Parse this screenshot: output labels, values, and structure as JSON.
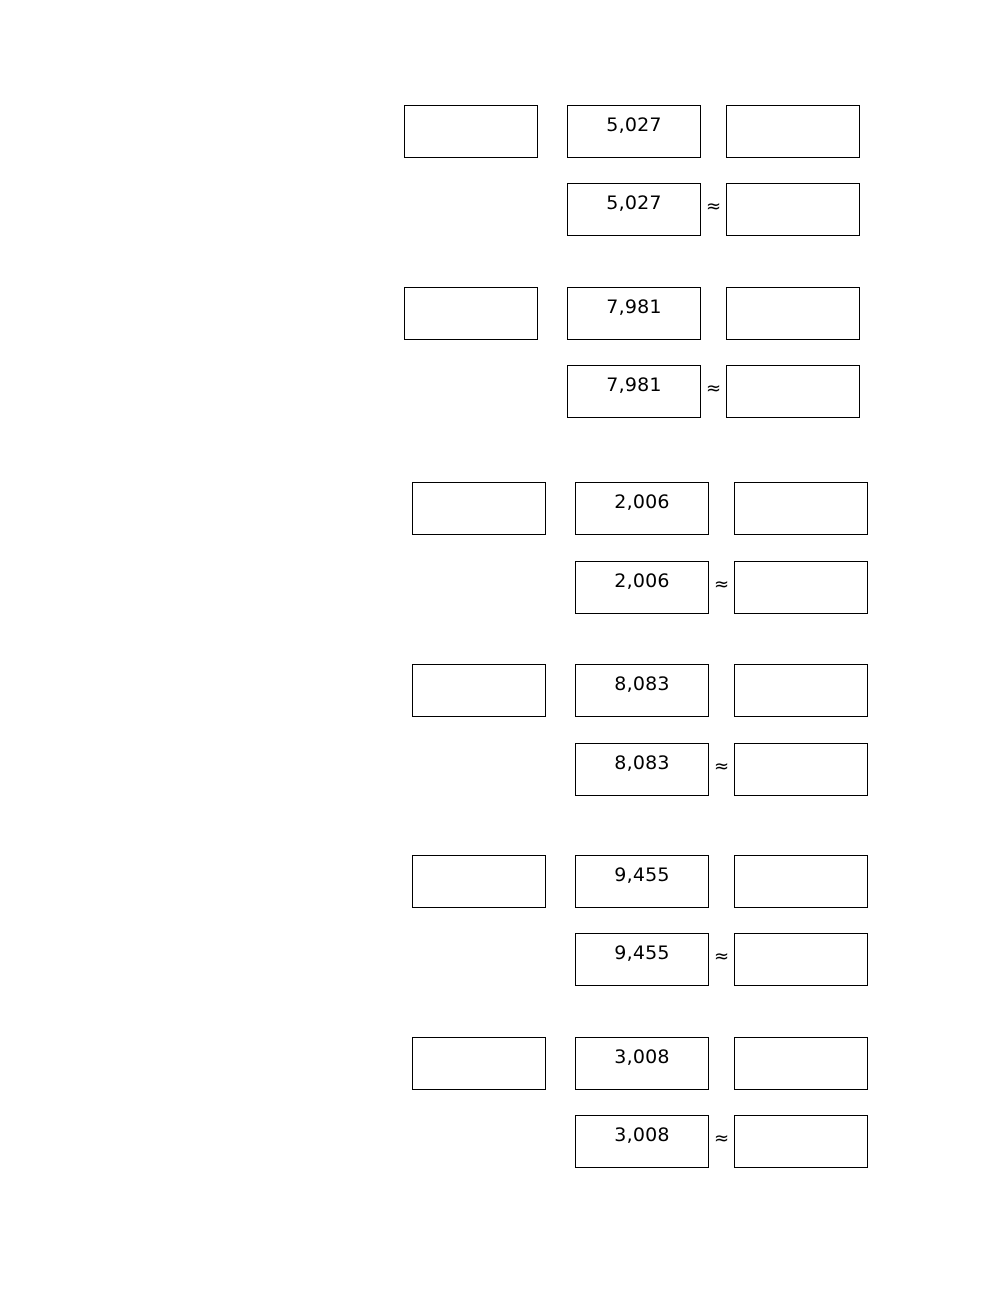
{
  "problems": [
    {
      "number": "5,027",
      "approx_symbol": "≈"
    },
    {
      "number": "7,981",
      "approx_symbol": "≈"
    },
    {
      "number": "2,006",
      "approx_symbol": "≈"
    },
    {
      "number": "8,083",
      "approx_symbol": "≈"
    },
    {
      "number": "9,455",
      "approx_symbol": "≈"
    },
    {
      "number": "3,008",
      "approx_symbol": "≈"
    }
  ]
}
